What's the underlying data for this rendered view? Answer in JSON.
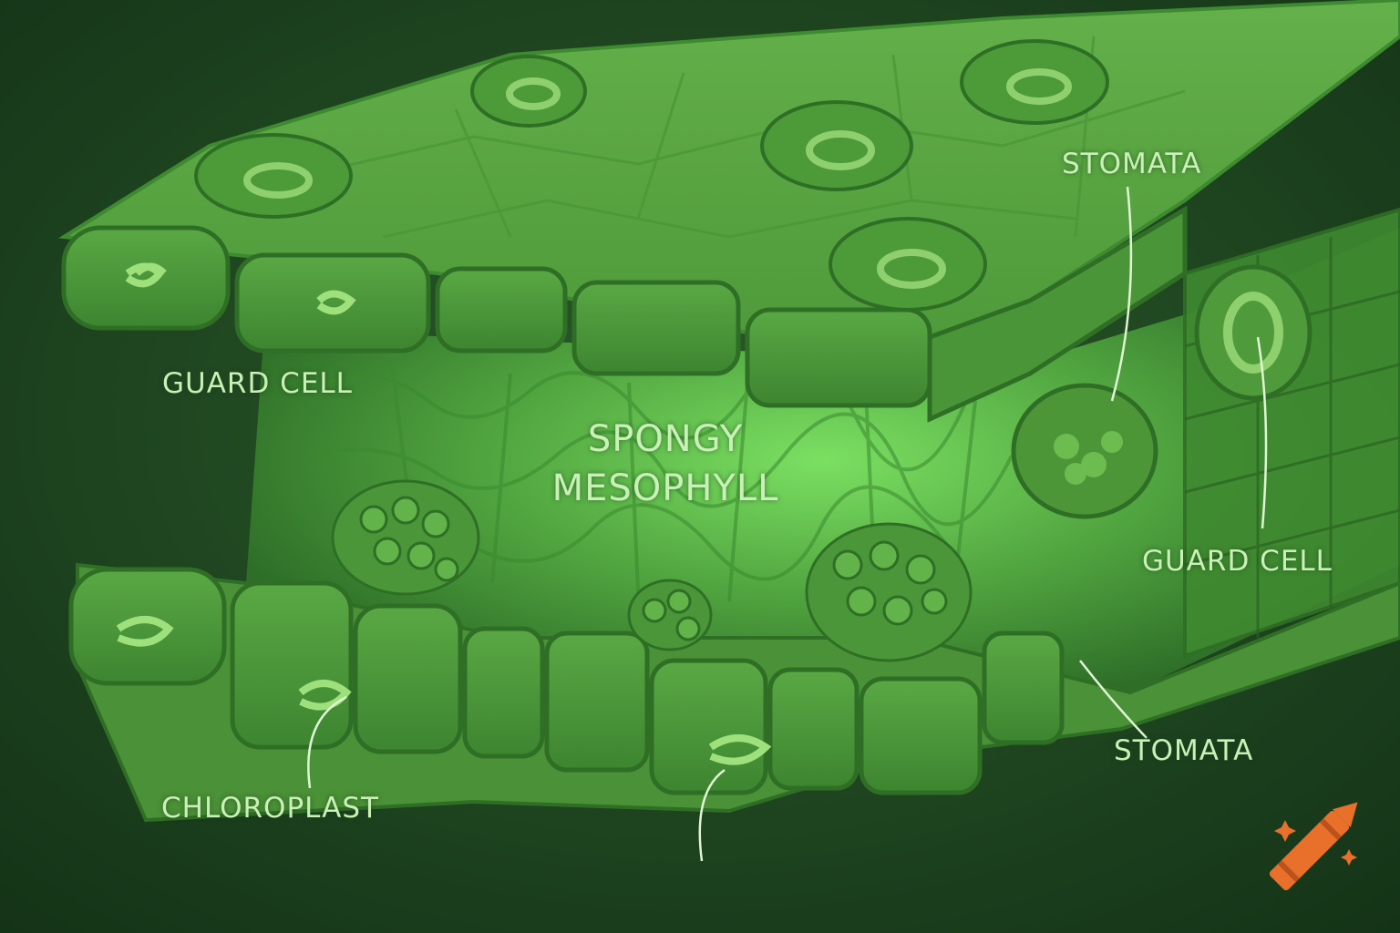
{
  "labels": {
    "stomata_top": "STOMATA",
    "guard_cell_left": "GUARD CELL",
    "spongy_line1": "SPONGY",
    "spongy_line2": "MESOPHYLL",
    "guard_cell_right": "GUARD CELL",
    "stomata_bottom": "STOMATA",
    "chloroplast": "CHLOROPLAST"
  },
  "colors": {
    "background": "#1a3d1e",
    "leaf_surface": "#5fae46",
    "leaf_dark": "#3f8a2f",
    "mesophyll_glow": "#6cd85a",
    "label_text": "#c9f0b6",
    "leader_line": "#dff5d4",
    "logo_orange": "#e8702a"
  },
  "icons": {
    "logo": "crayon-icon"
  }
}
